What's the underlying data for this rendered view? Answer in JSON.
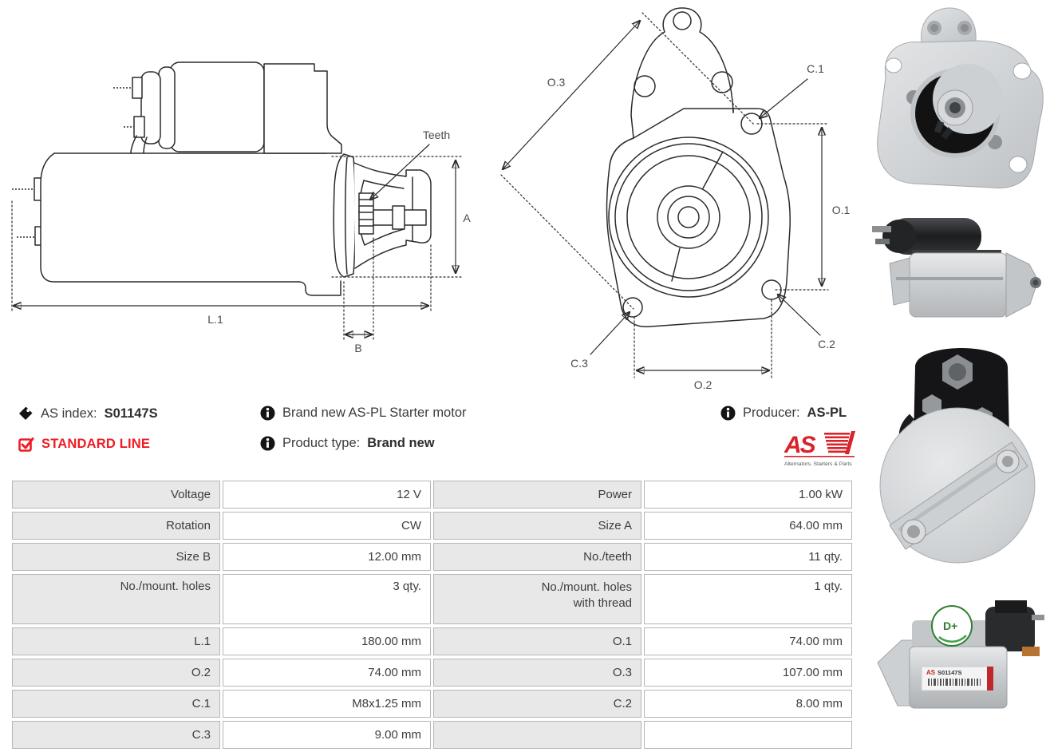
{
  "info": {
    "as_index": {
      "label": "AS index:",
      "value": "S01147S"
    },
    "standard_line": "STANDARD LINE",
    "brand_new": "Brand new AS-PL Starter motor",
    "product_type": {
      "label": "Product type:",
      "value": "Brand new"
    },
    "producer": {
      "label": "Producer:",
      "value": "AS-PL"
    },
    "logo": {
      "text": "AS",
      "tagline": "Alternators, Starters & Parts"
    }
  },
  "diagrams": {
    "side": {
      "teeth": "Teeth",
      "a": "A",
      "l1": "L.1",
      "b": "B"
    },
    "front": {
      "o3": "O.3",
      "c1": "C.1",
      "o1": "O.1",
      "c2": "C.2",
      "c3": "C.3",
      "o2": "O.2"
    }
  },
  "photos": {
    "label_code": "S01147S",
    "badge_text": "D+"
  },
  "spec": {
    "rows": [
      {
        "c0": "Voltage",
        "c1": "12 V",
        "c2": "Power",
        "c3": "1.00 kW"
      },
      {
        "c0": "Rotation",
        "c1": "CW",
        "c2": "Size A",
        "c3": "64.00 mm"
      },
      {
        "c0": "Size B",
        "c1": "12.00 mm",
        "c2": "No./teeth",
        "c3": "11 qty."
      },
      {
        "c0": "No./mount. holes",
        "c1": "3 qty.",
        "c2": "No./mount. holes with thread",
        "c3": "1 qty."
      },
      {
        "c0": "L.1",
        "c1": "180.00 mm",
        "c2": "O.1",
        "c3": "74.00 mm"
      },
      {
        "c0": "O.2",
        "c1": "74.00 mm",
        "c2": "O.3",
        "c3": "107.00 mm"
      },
      {
        "c0": "C.1",
        "c1": "M8x1.25 mm",
        "c2": "C.2",
        "c3": "8.00 mm"
      },
      {
        "c0": "C.3",
        "c1": "9.00 mm",
        "c2": "",
        "c3": ""
      }
    ]
  },
  "colors": {
    "accent_red": "#ee1c25",
    "logo_red": "#d8232a",
    "table_label_bg": "#e8e8e8",
    "table_border": "#b6b6b6",
    "line_color": "#2b2b2b"
  }
}
